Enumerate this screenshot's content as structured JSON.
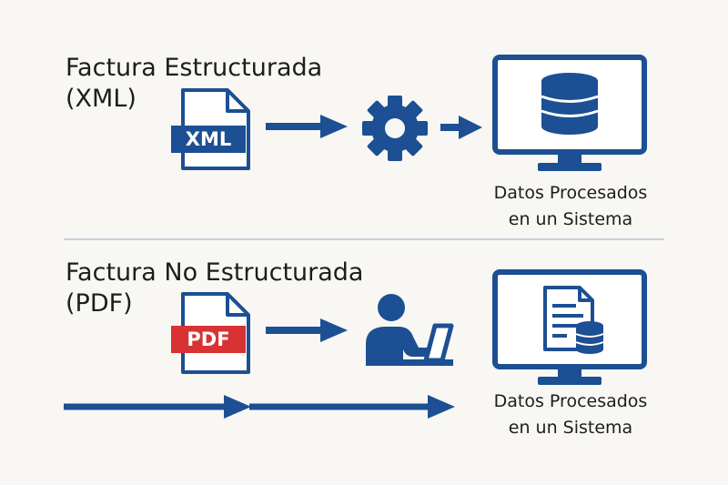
{
  "xml_section": {
    "title_line1": "Factura Estructurada",
    "title_line2": "(XML)",
    "file_label": "XML",
    "caption_line1": "Datos Procesados",
    "caption_line2": "en un Sistema",
    "icons": [
      "xml-file-icon",
      "arrow-right-icon",
      "gear-icon",
      "arrow-right-icon",
      "monitor-database-icon"
    ]
  },
  "pdf_section": {
    "title_line1": "Factura No Estructurada",
    "title_line2": "(PDF)",
    "file_label": "PDF",
    "caption_line1": "Datos Procesados",
    "caption_line2": "en un Sistema",
    "icons": [
      "pdf-file-icon",
      "arrow-right-icon",
      "person-laptop-icon",
      "monitor-document-icon",
      "long-arrow-right-icon"
    ]
  },
  "colors": {
    "primary": "#1c4f93",
    "xml_badge": "#1c4f93",
    "pdf_badge": "#d93232",
    "background": "#f8f7f3",
    "text": "#1d1d1d",
    "divider": "#c8d0dc"
  }
}
